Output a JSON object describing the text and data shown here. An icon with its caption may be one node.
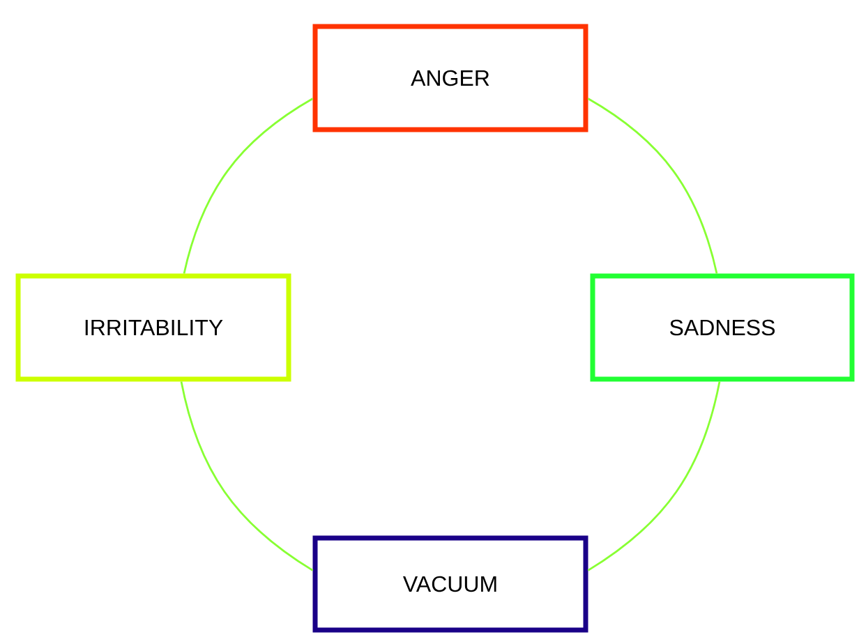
{
  "diagram": {
    "nodes": [
      {
        "text": [
          "ANGER"
        ]
      },
      {
        "text": [
          "IRRITABILITY"
        ]
      },
      {
        "text": [
          "SADNESS"
        ]
      },
      {
        "text": [
          "VACUUM"
        ]
      }
    ],
    "edges": [
      {
        "from": 0,
        "to": 2,
        "arrow": "none"
      },
      {
        "from": 2,
        "to": 3,
        "arrow": "none"
      },
      {
        "from": 3,
        "to": 1,
        "arrow": "none"
      },
      {
        "from": 1,
        "to": 0,
        "arrow": "none"
      }
    ]
  }
}
